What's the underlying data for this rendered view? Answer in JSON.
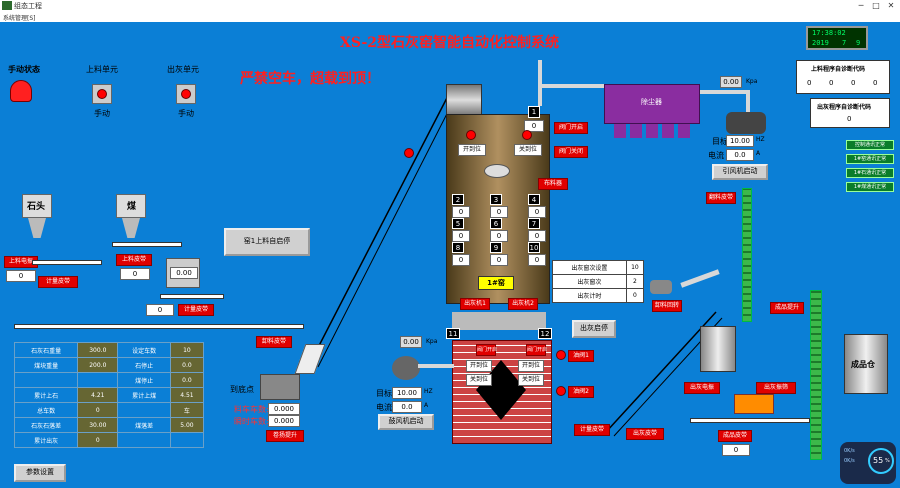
{
  "window": {
    "title": "组态工程",
    "menu": "系统管理[S]"
  },
  "clock": {
    "time": "17:38:02",
    "year": "2019",
    "month": "7",
    "day": "9"
  },
  "header": {
    "title": "XS-2型石灰窑智能自动化控制系统",
    "warning": "严禁空车，超载到顶！"
  },
  "modes": {
    "auto_state_label": "手动状态",
    "feed_unit_label": "上料单元",
    "feed_unit_mode": "手动",
    "discharge_unit_label": "出灰单元",
    "discharge_unit_mode": "手动"
  },
  "hoppers": {
    "stone": {
      "label": "石头",
      "btn": "上料电振",
      "value": "0"
    },
    "coal": {
      "label": "煤",
      "btn": "上料皮带",
      "value": "0"
    },
    "mixed_value": "0.00",
    "belt_btn": "计量皮带",
    "belt_btn2": "计量皮带",
    "belt_btn3": "计量皮带",
    "belt_value3": "0"
  },
  "buttons": {
    "kiln_feed_start": "窑1上料自启停",
    "discharge_start": "出灰启停",
    "induced_fan_start": "引风机启动",
    "blower_start": "鼓风机启动",
    "params": "参数设置",
    "unload_belt": "卸料皮带",
    "hoist_turn": "翻料皮带",
    "skip_hoist": "卷扬提升",
    "discharge_vib": "出灰电振",
    "lifter": "成品提升",
    "vibrator": "出灰振筛",
    "vib_belt": "出灰皮带",
    "belt2": "成品皮带",
    "reverse_feed": "卸料回转"
  },
  "kiln": {
    "name": "1#窑",
    "top_no": "1",
    "top_value": "0",
    "btn_open": "开到位",
    "btn_close": "关到位",
    "valve_a": "阀门开启",
    "valve_b": "阀门关闭",
    "distributor": "布料器",
    "bottom_11": "11",
    "bottom_12": "12",
    "bot_valve_a": "阀门开启",
    "bot_valve_b": "阀门开启",
    "bot_open": "开到位",
    "bot_close": "关到位",
    "bot_open2": "开到位",
    "bot_close2": "关到位",
    "out_valve_a": "出灰机1",
    "out_valve_b": "出灰机2",
    "oil1": "油阀1",
    "oil2": "油阀2",
    "temps": [
      {
        "n": "2",
        "v": "0"
      },
      {
        "n": "3",
        "v": "0"
      },
      {
        "n": "4",
        "v": "0"
      },
      {
        "n": "5",
        "v": "0"
      },
      {
        "n": "6",
        "v": "0"
      },
      {
        "n": "7",
        "v": "0"
      },
      {
        "n": "8",
        "v": "0"
      },
      {
        "n": "9",
        "v": "0"
      },
      {
        "n": "10",
        "v": "0"
      }
    ]
  },
  "pressure": {
    "top": "0.00",
    "top_unit": "Kpa",
    "bot": "0.00",
    "bot_unit": "Kpa"
  },
  "fan": {
    "target_label": "目标",
    "target_value": "10.00",
    "unit": "HZ",
    "current_label": "电流",
    "current_value": "0.0",
    "current_unit": "A",
    "dust_label": "除尘器"
  },
  "blower": {
    "target_label": "目标",
    "target_value": "10.00",
    "unit": "HZ",
    "current_label": "电流",
    "current_value": "0.0",
    "current_unit": "A"
  },
  "discharge_table": [
    {
      "label": "出灰窗次设置",
      "value": "10"
    },
    {
      "label": "出灰窗次",
      "value": "2"
    },
    {
      "label": "出灰计时",
      "value": "0"
    }
  ],
  "alarm_panels": {
    "feed_title": "上料程序自诊断代码",
    "feed_values": [
      "0",
      "0",
      "0",
      "0"
    ],
    "disc_title": "出灰程序自诊断代码",
    "disc_value": "0"
  },
  "comm_status": [
    "控制通讯正常",
    "1#窑通讯正常",
    "1#石通讯正常",
    "1#煤通讯正常"
  ],
  "bottom_labels": {
    "to_bottom": "到底点",
    "cars": "料车车数:",
    "cars_value": "0.000",
    "instant": "瞬时车数:",
    "instant_value": "0.000",
    "skip": "卷扬提升"
  },
  "product": {
    "label": "成品仓"
  },
  "params_table": {
    "rows": [
      [
        "石灰石重量",
        "300.0",
        "设定车数",
        "10"
      ],
      [
        "煤块重量",
        "200.0",
        "石停止",
        "0.0"
      ],
      [
        "",
        "",
        "煤停止",
        "0.0"
      ],
      [
        "累计上石",
        "4.21",
        "累计上煤",
        "4.51"
      ],
      [
        "总车数",
        "0",
        "",
        "车"
      ],
      [
        "石灰石落差",
        "30.00",
        "煤落差",
        "5.00"
      ],
      [
        "累计出灰",
        "0",
        "",
        ""
      ]
    ]
  },
  "gauge": {
    "value": "55",
    "unit": "%",
    "up": "0K/s",
    "down": "0K/s"
  }
}
